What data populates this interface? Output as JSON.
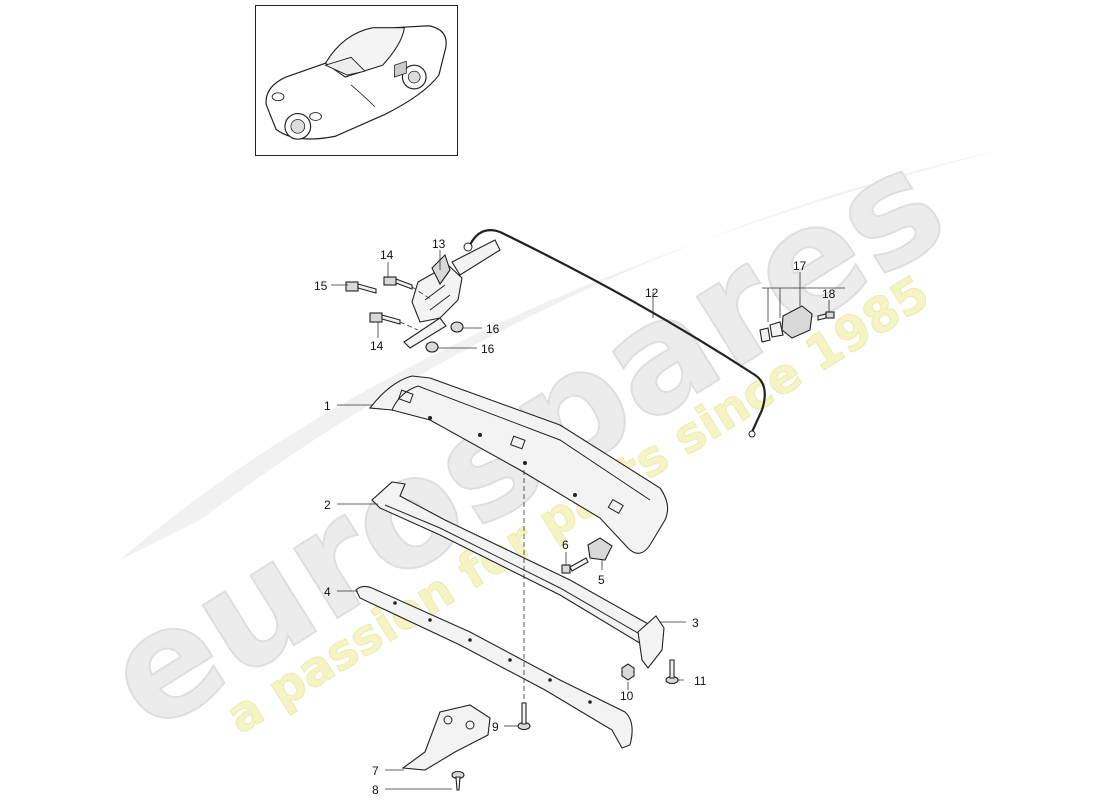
{
  "watermark": {
    "brand": "eurospares",
    "tagline": "a passion for parts since 1985",
    "brand_color": "#e9e9e9",
    "tagline_color": "#f3f3b8"
  },
  "thumbnail": {
    "icon": "car-convertible-icon"
  },
  "callouts": {
    "c1": "1",
    "c2": "2",
    "c3": "3",
    "c4": "4",
    "c5": "5",
    "c6": "6",
    "c7": "7",
    "c8": "8",
    "c9": "9",
    "c10": "10",
    "c11": "11",
    "c12": "12",
    "c13": "13",
    "c14a": "14",
    "c14b": "14",
    "c15": "15",
    "c16a": "16",
    "c16b": "16",
    "c17": "17",
    "c18": "18"
  }
}
